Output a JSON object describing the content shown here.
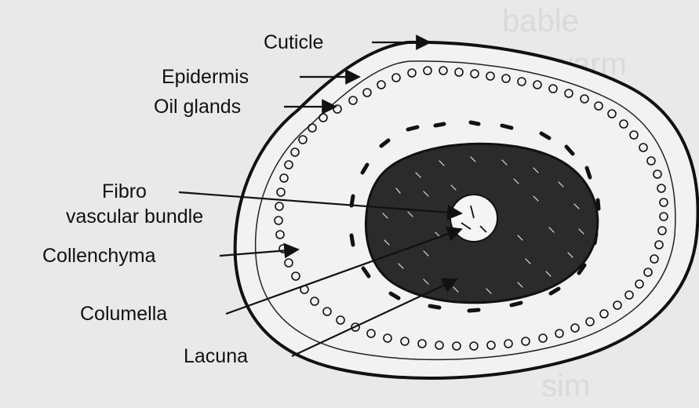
{
  "colors": {
    "paper": "#e9e9e9",
    "ink": "#111111",
    "ghost_text": "#cfcfcf"
  },
  "diagram": {
    "labels": {
      "cuticle": "Cuticle",
      "epidermis": "Epidermis",
      "oil_glands": "Oil glands",
      "fibro": "Fibro",
      "vascular_bundle": "vascular bundle",
      "collenchyma": "Collenchyma",
      "columella": "Columella",
      "lacuna": "Lacuna"
    }
  }
}
